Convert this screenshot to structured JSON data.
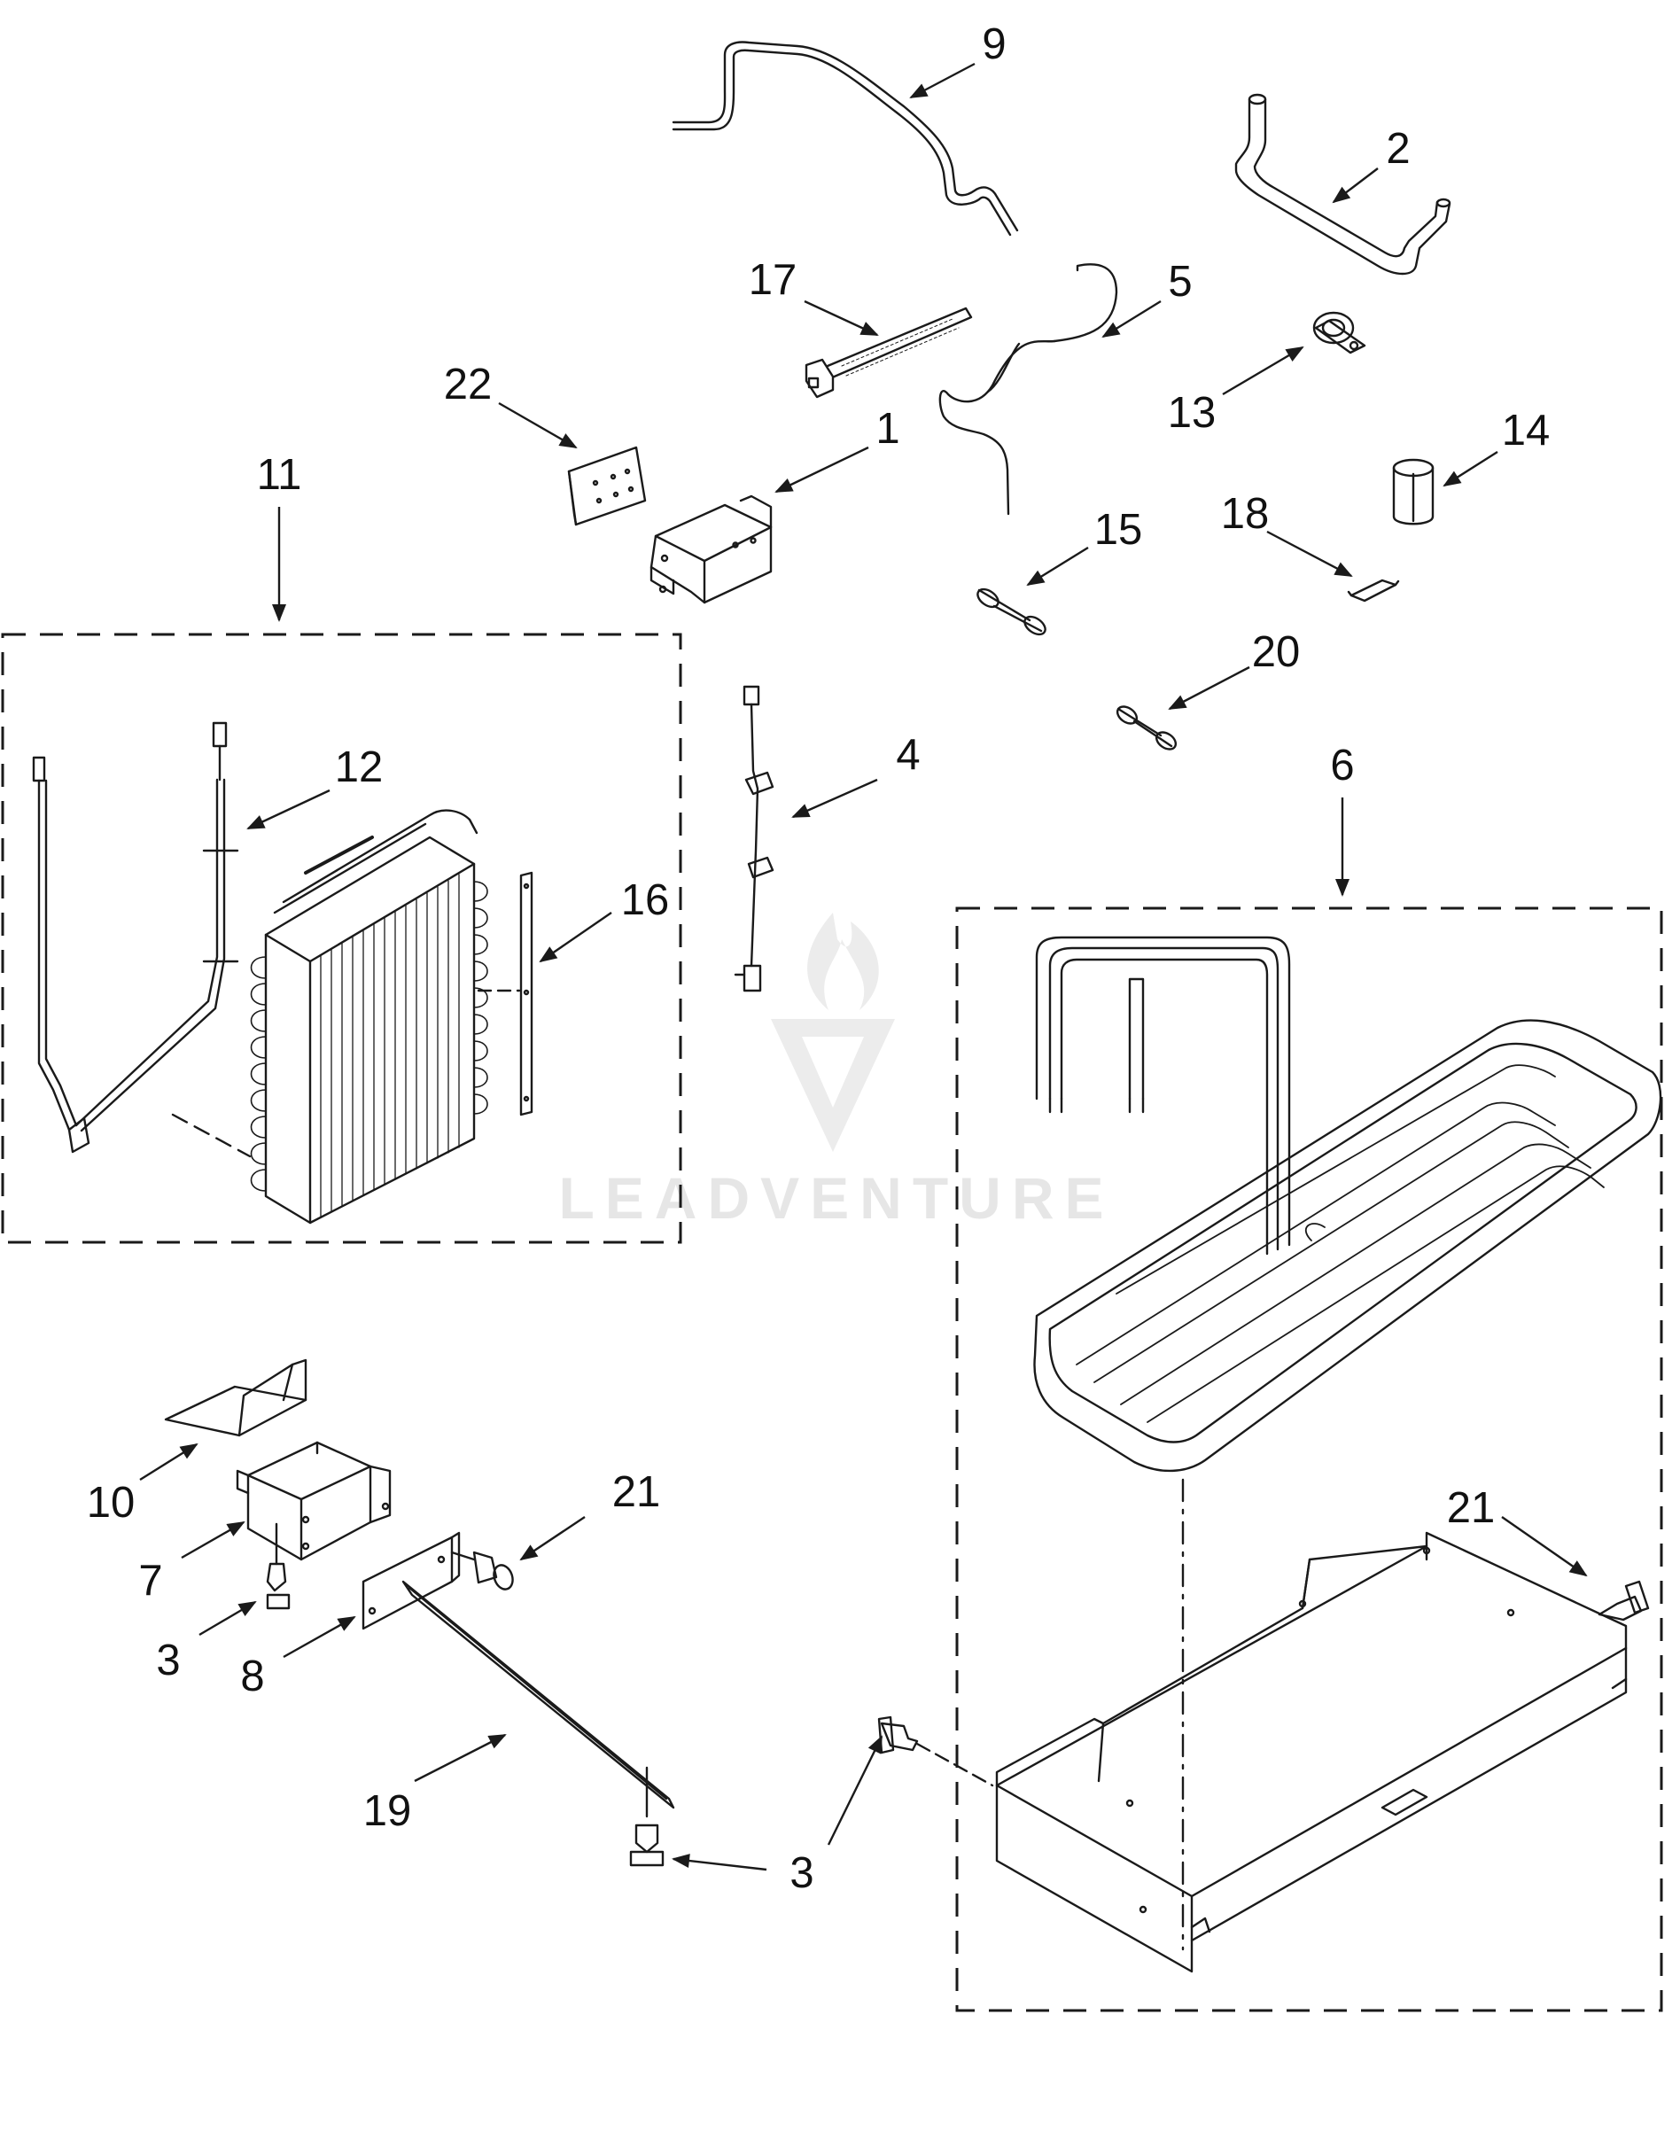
{
  "diagram": {
    "type": "exploded-parts-diagram",
    "line_color": "#1a1a1a",
    "watermark": {
      "text": "LEADVENTURE",
      "color": "#e4e4e4"
    },
    "callouts": [
      {
        "id": "c-9",
        "label": "9"
      },
      {
        "id": "c-2",
        "label": "2"
      },
      {
        "id": "c-17",
        "label": "17"
      },
      {
        "id": "c-5",
        "label": "5"
      },
      {
        "id": "c-22",
        "label": "22"
      },
      {
        "id": "c-1",
        "label": "1"
      },
      {
        "id": "c-13",
        "label": "13"
      },
      {
        "id": "c-14",
        "label": "14"
      },
      {
        "id": "c-11",
        "label": "11"
      },
      {
        "id": "c-15",
        "label": "15"
      },
      {
        "id": "c-18",
        "label": "18"
      },
      {
        "id": "c-20",
        "label": "20"
      },
      {
        "id": "c-4",
        "label": "4"
      },
      {
        "id": "c-12",
        "label": "12"
      },
      {
        "id": "c-16",
        "label": "16"
      },
      {
        "id": "c-6",
        "label": "6"
      },
      {
        "id": "c-10",
        "label": "10"
      },
      {
        "id": "c-7",
        "label": "7"
      },
      {
        "id": "c-21a",
        "label": "21"
      },
      {
        "id": "c-21b",
        "label": "21"
      },
      {
        "id": "c-3a",
        "label": "3"
      },
      {
        "id": "c-8",
        "label": "8"
      },
      {
        "id": "c-19",
        "label": "19"
      },
      {
        "id": "c-3b",
        "label": "3"
      }
    ]
  }
}
